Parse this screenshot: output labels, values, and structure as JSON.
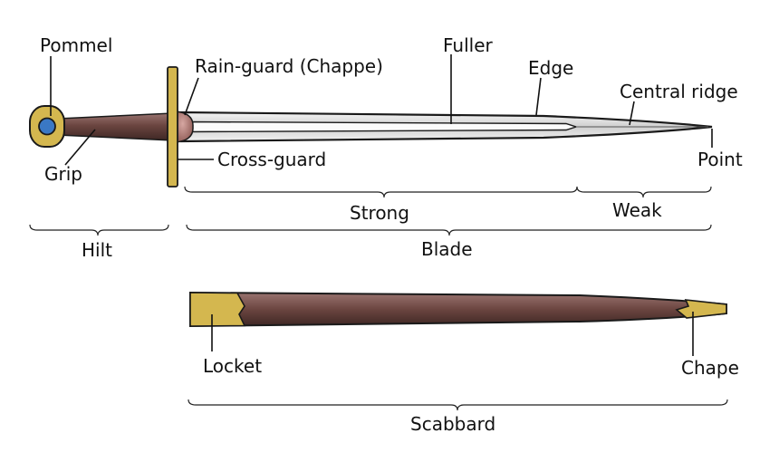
{
  "labels": {
    "pommel": "Pommel",
    "rain_guard": "Rain-guard (Chappe)",
    "fuller": "Fuller",
    "edge": "Edge",
    "central_ridge": "Central ridge",
    "grip": "Grip",
    "cross_guard": "Cross-guard",
    "point": "Point",
    "strong": "Strong",
    "weak": "Weak",
    "hilt": "Hilt",
    "blade": "Blade",
    "locket": "Locket",
    "chape": "Chape",
    "scabbard": "Scabbard"
  },
  "colors": {
    "brass": "#d4b74f",
    "brass_dark": "#8a7430",
    "leather": "#6b4540",
    "leather_light": "#9a7470",
    "steel": "#e6e6e6",
    "steel_light": "#fafafa",
    "pommel_gem": "#3a78c4",
    "line": "#111111"
  }
}
